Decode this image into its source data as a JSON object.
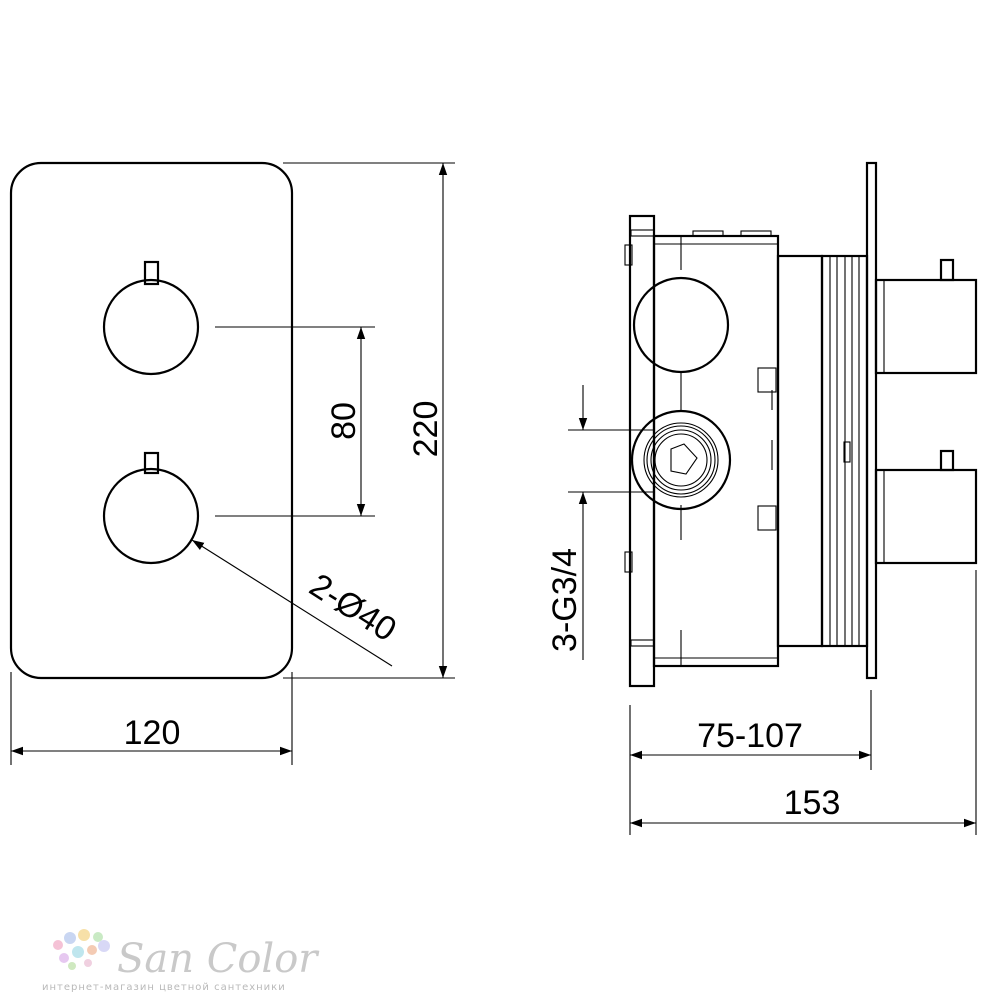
{
  "dimensions": {
    "width_front": "120",
    "height_front": "220",
    "handle_spacing": "80",
    "handle_diameter": "2-Ø40",
    "connections": "3-G3/4",
    "depth_range": "75-107",
    "total_depth": "153"
  },
  "logo": {
    "name": "San Color",
    "tagline": "интернет-магазин цветной сантехники",
    "dot_colors": [
      "#f5c2d6",
      "#c9d6f2",
      "#f7e0a8",
      "#c9eac4",
      "#e6c8f0",
      "#bfe6ee",
      "#f4cbb4",
      "#d8d8f6",
      "#cfe9c0",
      "#f0d0e0"
    ]
  }
}
